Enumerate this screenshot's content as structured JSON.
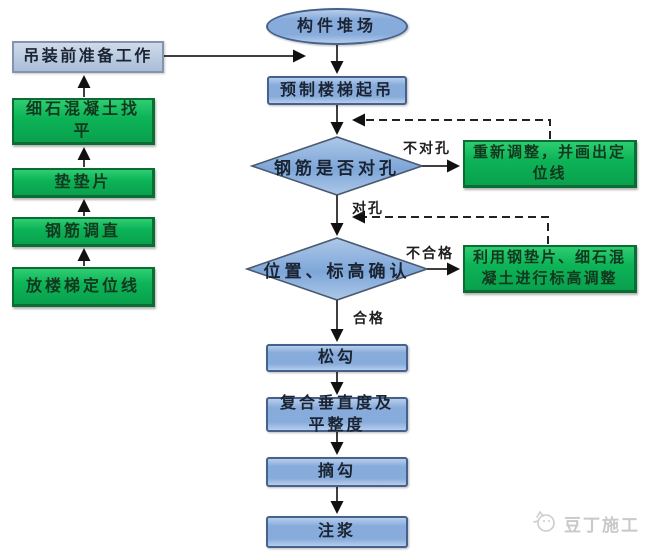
{
  "nodes": {
    "stockyard": "构件堆场",
    "prep": "吊装前准备工作",
    "leveling": "细石混凝土找平",
    "shim": "垫垫片",
    "straighten": "钢筋调直",
    "layout_line": "放楼梯定位线",
    "hoist": "预制楼梯起吊",
    "hole_check": "钢筋是否对孔",
    "readjust": "重新调整，并画出定位线",
    "position_check": "位置、标高确认",
    "elevation_adjust": "利用钢垫片、细石混凝土进行标高调整",
    "loosen_hook": "松勾",
    "verticality_check": "复合垂直度及平整度",
    "unhook": "摘勾",
    "grouting": "注浆"
  },
  "edge_labels": {
    "not_aligned": "不对孔",
    "aligned": "对孔",
    "unqualified": "不合格",
    "qualified": "合格"
  },
  "watermark": {
    "text": "豆丁施工"
  },
  "colors": {
    "background": "#ffffff",
    "blue_fill": "#87acdc",
    "blue_fill_light": "#b7cdea",
    "blue_border": "#46618c",
    "prep_fill": "#b8c9df",
    "prep_border": "#8494ac",
    "green_fill": "#0cb457",
    "green_border": "#0a6e34",
    "green_text": "#12381e",
    "diamond_fill": "#7da6d8",
    "diamond_fill_light": "#aec8e8",
    "diamond_border": "#4a5a70",
    "line_color": "#3f3f3f",
    "arrow_color": "#111111",
    "dash_color": "#222222",
    "text_dark": "#1b2433",
    "watermark_color": "#c9c9c9"
  }
}
